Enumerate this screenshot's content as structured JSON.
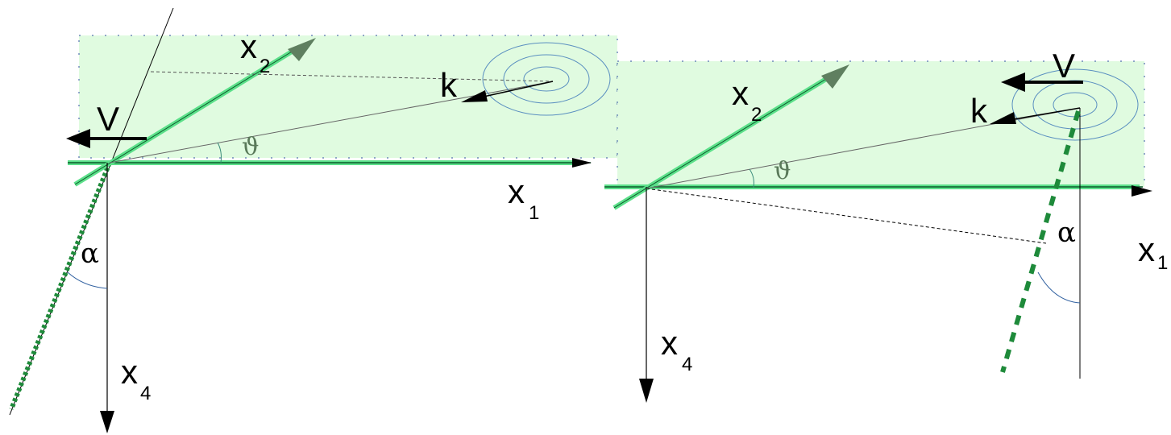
{
  "colors": {
    "plane_fill": "#e0fbe0",
    "plane_border": "#3050a0",
    "line_green": "#5ce08a",
    "arrow_head_green": "#5f7f60",
    "dotted_green": "#1e8a3a",
    "ripple_blue": "#5a8fc0",
    "angle_arc_blue": "#3060a0",
    "theta_gray": "#5a7a5a"
  },
  "left_panel": {
    "x1": {
      "base": "x",
      "sub": "1"
    },
    "x2": {
      "base": "x",
      "sub": "2"
    },
    "x4": {
      "base": "x",
      "sub": "4"
    },
    "k": "k",
    "V": "V",
    "theta": "ϑ",
    "alpha": "α"
  },
  "right_panel": {
    "x1": {
      "base": "x",
      "sub": "1"
    },
    "x2": {
      "base": "x",
      "sub": "2"
    },
    "x4": {
      "base": "x",
      "sub": "4"
    },
    "k": "k",
    "V": "V",
    "theta": "ϑ",
    "alpha": "α"
  }
}
